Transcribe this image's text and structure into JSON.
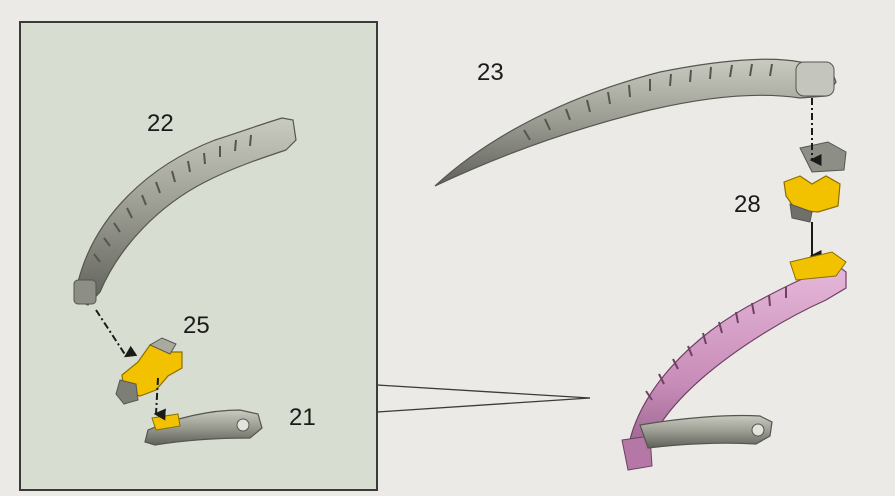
{
  "labels": {
    "part_22": "22",
    "part_23": "23",
    "part_25": "25",
    "part_28": "28",
    "part_21": "21"
  },
  "colors": {
    "page_bg": "#eceae6",
    "inset_bg": "#d8ddd2",
    "bone": "#9a9b91",
    "bone_shadow": "#5f605a",
    "highlight": "#f2c200",
    "pink": "#c78bb7",
    "arrow": "#1a1a1a"
  },
  "icons": {
    "arrow": "arrow-down-icon",
    "dashed": "dash-dot-line"
  }
}
